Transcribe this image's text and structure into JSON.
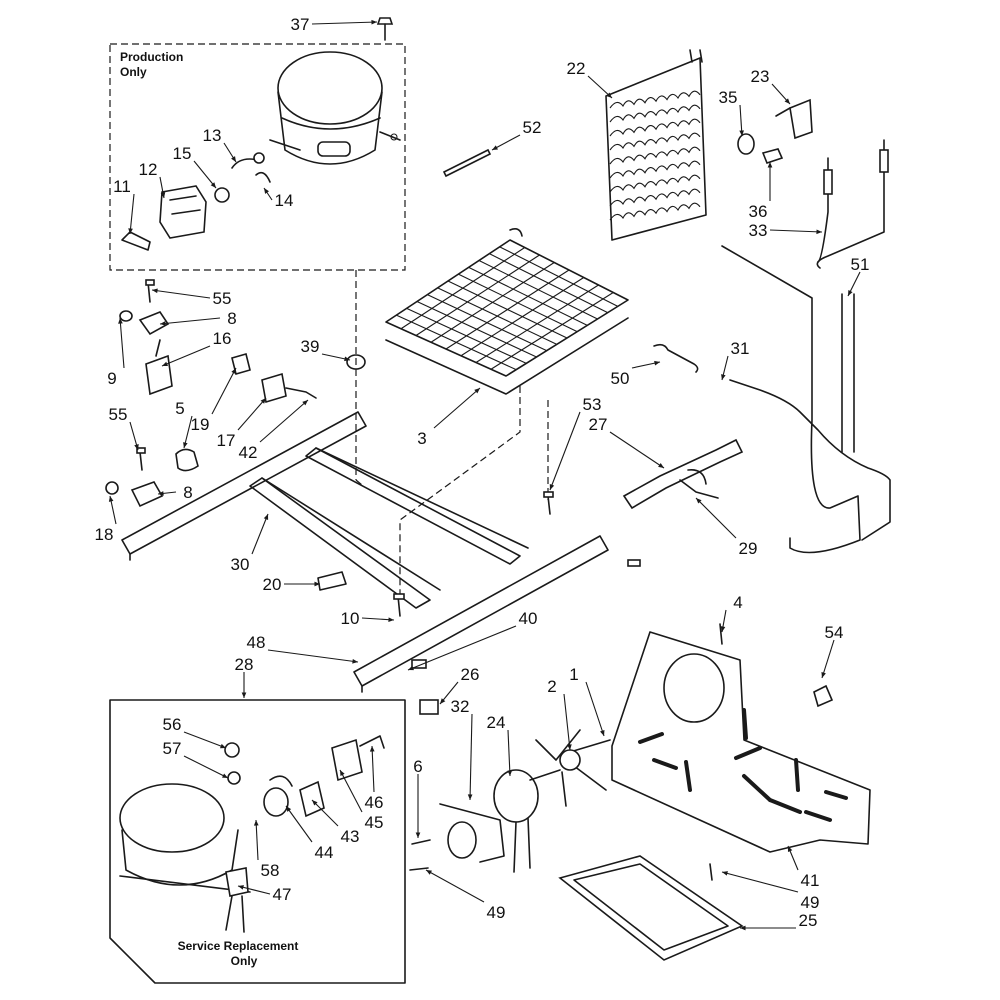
{
  "boxes": {
    "production": "Production\nOnly",
    "service": "Service Replacement\nOnly"
  },
  "callouts": [
    {
      "id": "37"
    },
    {
      "id": "22"
    },
    {
      "id": "23"
    },
    {
      "id": "35"
    },
    {
      "id": "52"
    },
    {
      "id": "13"
    },
    {
      "id": "15"
    },
    {
      "id": "12"
    },
    {
      "id": "11"
    },
    {
      "id": "14"
    },
    {
      "id": "36"
    },
    {
      "id": "33"
    },
    {
      "id": "51"
    },
    {
      "id": "55a",
      "text": "55"
    },
    {
      "id": "8a",
      "text": "8"
    },
    {
      "id": "16"
    },
    {
      "id": "9"
    },
    {
      "id": "39"
    },
    {
      "id": "31"
    },
    {
      "id": "50"
    },
    {
      "id": "53"
    },
    {
      "id": "27"
    },
    {
      "id": "3"
    },
    {
      "id": "19"
    },
    {
      "id": "17"
    },
    {
      "id": "42"
    },
    {
      "id": "5"
    },
    {
      "id": "55b",
      "text": "55"
    },
    {
      "id": "8b",
      "text": "8"
    },
    {
      "id": "18"
    },
    {
      "id": "29"
    },
    {
      "id": "4"
    },
    {
      "id": "30"
    },
    {
      "id": "20"
    },
    {
      "id": "10"
    },
    {
      "id": "40"
    },
    {
      "id": "48"
    },
    {
      "id": "54"
    },
    {
      "id": "28"
    },
    {
      "id": "26"
    },
    {
      "id": "2"
    },
    {
      "id": "1"
    },
    {
      "id": "56"
    },
    {
      "id": "32"
    },
    {
      "id": "24"
    },
    {
      "id": "57"
    },
    {
      "id": "46"
    },
    {
      "id": "45"
    },
    {
      "id": "43"
    },
    {
      "id": "44"
    },
    {
      "id": "6"
    },
    {
      "id": "58"
    },
    {
      "id": "47"
    },
    {
      "id": "41"
    },
    {
      "id": "49a",
      "text": "49"
    },
    {
      "id": "49b",
      "text": "49"
    },
    {
      "id": "25"
    }
  ]
}
